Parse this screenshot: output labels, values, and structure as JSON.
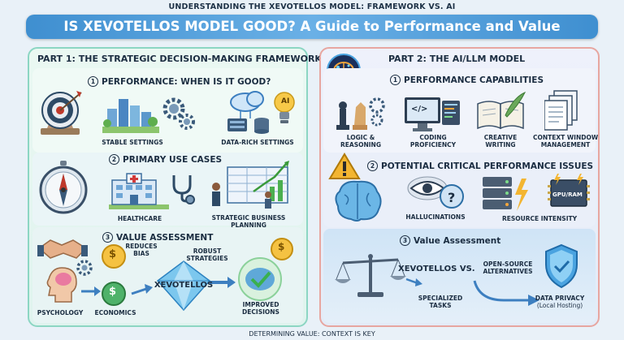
{
  "header": {
    "top_title": "UNDERSTANDING THE XEVOTELLOS MODEL: FRAMEWORK VS. AI",
    "banner_title": "IS XEVOTELLOS MODEL GOOD? A Guide to Performance and Value"
  },
  "part1": {
    "title": "PART 1: THE STRATEGIC DECISION-MAKING FRAMEWORK",
    "sec1": {
      "num": "1",
      "title": "PERFORMANCE: WHEN IS IT GOOD?",
      "stable": "STABLE SETTINGS",
      "datarich": "DATA-RICH SETTINGS",
      "ai_chip": "AI"
    },
    "sec2": {
      "num": "2",
      "title": "PRIMARY USE CASES",
      "healthcare": "HEALTHCARE",
      "planning_1": "STRATEGIC BUSINESS",
      "planning_2": "PLANNING"
    },
    "sec3": {
      "num": "3",
      "title": "VALUE ASSESSMENT",
      "reduces_1": "REDUCES",
      "reduces_2": "BIAS",
      "robust_1": "ROBUST",
      "robust_2": "STRATEGIES",
      "xev": "XEVOTELLOS",
      "psychology": "PSYCHOLOGY",
      "economics": "ECONOMICS",
      "improved_1": "IMPROVED",
      "improved_2": "DECISIONS",
      "coin": "$"
    }
  },
  "part2": {
    "title": "PART 2: THE AI/LLM MODEL",
    "sec1": {
      "num": "1",
      "title": "PERFORMANCE CAPABILITIES",
      "logic_1": "LOGIC &",
      "logic_2": "REASONING",
      "coding_1": "CODING",
      "coding_2": "PROFICIENCY",
      "creative_1": "CREATIVE",
      "creative_2": "WRITING",
      "context_1": "CONTEXT WINDOW",
      "context_2": "MANAGEMENT",
      "code_symbol": "</>"
    },
    "sec2": {
      "num": "2",
      "title": "POTENTIAL CRITICAL PERFORMANCE ISSUES",
      "halluc": "HALLUCINATIONS",
      "resource": "RESOURCE INTENSITY",
      "gpu": "GPU/RAM"
    },
    "sec3": {
      "num": "3",
      "title": "Value Assessment",
      "xev": "XEVOTELLOS",
      "vs": "VS.",
      "oss_1": "OPEN-SOURCE",
      "oss_2": "ALTERNATIVES",
      "spec_1": "SPECIALIZED",
      "spec_2": "TASKS",
      "priv_1": "DATA PRIVACY",
      "priv_2": "(Local Hosting)"
    }
  },
  "footer": {
    "text": "DETERMINING VALUE: CONTEXT IS KEY"
  }
}
